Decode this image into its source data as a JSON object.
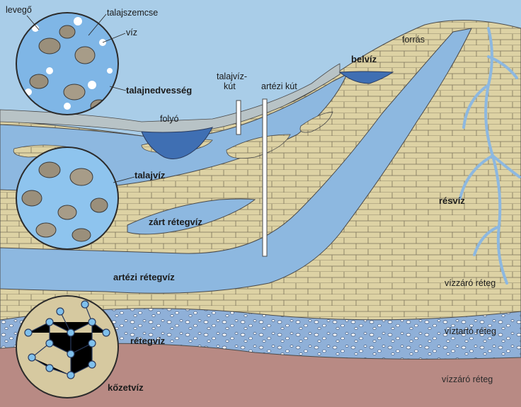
{
  "labels": {
    "levego": "levegő",
    "talajszemcse": "talajszemcse",
    "viz": "víz",
    "talajnedvesseg": "talajnedvesség",
    "folyo": "folyó",
    "talajviz_kut_1": "talajvíz-",
    "talajviz_kut_2": "kút",
    "artezi_kut": "artézi kút",
    "belviz": "belvíz",
    "forras": "forrás",
    "talajviz": "talajvíz",
    "zart_retegviz": "zárt rétegvíz",
    "resviz": "résvíz",
    "artezi_retegviz": "artézi rétegvíz",
    "vizzaro_reteg_1": "vízzáró réteg",
    "viztarto_reteg": "víztartó réteg",
    "retegviz": "rétegvíz",
    "kozetviz": "kőzetvíz",
    "vizzaro_reteg_2": "vízzáró réteg"
  },
  "colors": {
    "sky": "#a9cde8",
    "water": "#8db8e0",
    "water_dark": "#3f6fb3",
    "sand": "#ddd2a4",
    "rock": "#b88a84",
    "aquifer": "#8fb0d8",
    "line": "#4a4a4a"
  }
}
